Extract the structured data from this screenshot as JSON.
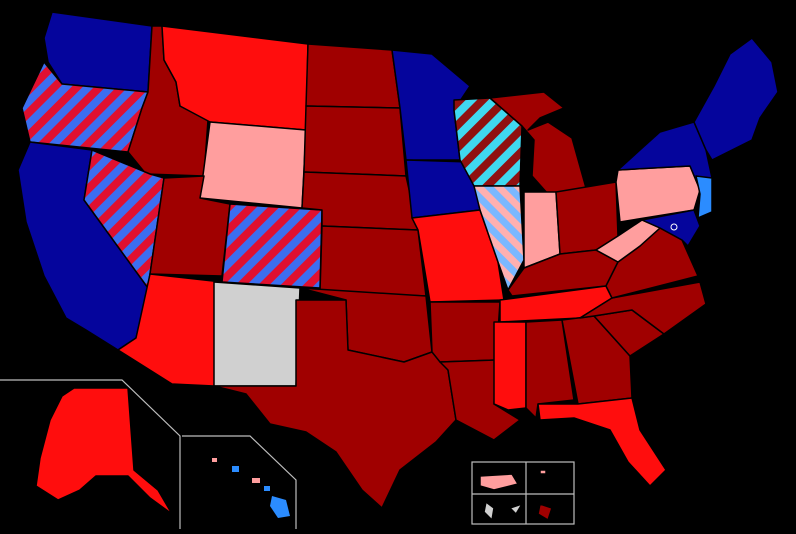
{
  "map": {
    "background": "#000000",
    "palette": {
      "dark_red": "#a00000",
      "red": "#ff0d0d",
      "light_red": "#ff9e9e",
      "dark_blue": "#05059c",
      "blue": "#0a3cff",
      "light_blue": "#2b8cff",
      "gray": "#d0d0d0",
      "hatch_red": "#e01030",
      "hatch_blue": "#3c6ef0",
      "hatch_cyan": "#40d8f0",
      "hatch_darkred": "#901010",
      "hatch_pink": "#ffb0b0",
      "hatch_lightblue": "#7ab8ff",
      "inset_border": "#bdbdbd"
    },
    "states": [
      {
        "id": "WA",
        "fill": "dark_blue"
      },
      {
        "id": "OR",
        "fill": "hatch-red-blue"
      },
      {
        "id": "CA",
        "fill": "dark_blue"
      },
      {
        "id": "ID",
        "fill": "dark_red"
      },
      {
        "id": "NV",
        "fill": "hatch-red-blue"
      },
      {
        "id": "MT",
        "fill": "red"
      },
      {
        "id": "WY",
        "fill": "light_red"
      },
      {
        "id": "UT",
        "fill": "dark_red"
      },
      {
        "id": "CO",
        "fill": "hatch-red-blue"
      },
      {
        "id": "AZ",
        "fill": "red"
      },
      {
        "id": "NM",
        "fill": "gray"
      },
      {
        "id": "ND",
        "fill": "dark_red"
      },
      {
        "id": "SD",
        "fill": "dark_red"
      },
      {
        "id": "NE",
        "fill": "dark_red"
      },
      {
        "id": "KS",
        "fill": "dark_red"
      },
      {
        "id": "OK",
        "fill": "dark_red"
      },
      {
        "id": "TX",
        "fill": "dark_red"
      },
      {
        "id": "MN",
        "fill": "dark_blue"
      },
      {
        "id": "IA",
        "fill": "dark_blue"
      },
      {
        "id": "MO",
        "fill": "red"
      },
      {
        "id": "AR",
        "fill": "dark_red"
      },
      {
        "id": "LA",
        "fill": "dark_red"
      },
      {
        "id": "WI",
        "fill": "hatch-cyan-darkred"
      },
      {
        "id": "IL",
        "fill": "hatch-lightblue-pink"
      },
      {
        "id": "MI",
        "fill": "dark_red"
      },
      {
        "id": "IN",
        "fill": "light_red"
      },
      {
        "id": "OH",
        "fill": "dark_red"
      },
      {
        "id": "KY",
        "fill": "dark_red"
      },
      {
        "id": "TN",
        "fill": "red"
      },
      {
        "id": "MS",
        "fill": "red"
      },
      {
        "id": "AL",
        "fill": "dark_red"
      },
      {
        "id": "GA",
        "fill": "dark_red"
      },
      {
        "id": "FL",
        "fill": "red"
      },
      {
        "id": "SC",
        "fill": "dark_red"
      },
      {
        "id": "NC",
        "fill": "dark_red"
      },
      {
        "id": "VA",
        "fill": "dark_red"
      },
      {
        "id": "WV",
        "fill": "light_red"
      },
      {
        "id": "PA",
        "fill": "light_red"
      },
      {
        "id": "NY",
        "fill": "dark_blue"
      },
      {
        "id": "NJ",
        "fill": "light_blue"
      },
      {
        "id": "MD",
        "fill": "dark_blue"
      },
      {
        "id": "DE",
        "fill": "dark_blue"
      },
      {
        "id": "NE-states",
        "fill": "dark_blue"
      },
      {
        "id": "AK",
        "fill": "red"
      },
      {
        "id": "HI",
        "fill": "mixed"
      },
      {
        "id": "PR",
        "fill": "light_red"
      },
      {
        "id": "VI",
        "fill": "light_red"
      },
      {
        "id": "GU",
        "fill": "gray"
      },
      {
        "id": "AS",
        "fill": "dark_red"
      },
      {
        "id": "MP",
        "fill": "gray"
      }
    ]
  }
}
